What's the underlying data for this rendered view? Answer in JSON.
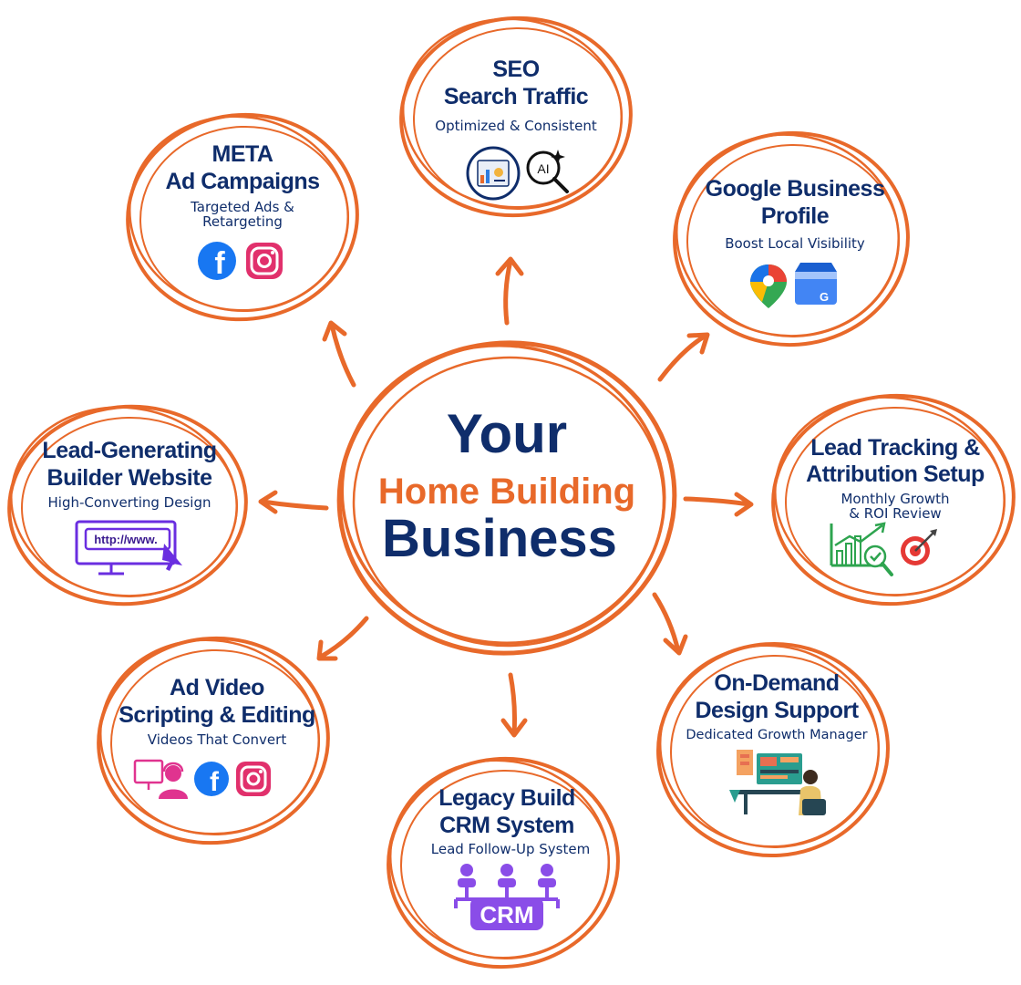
{
  "colors": {
    "accent": "#e8692a",
    "navy": "#0f2d6b",
    "orange_text": "#e8692a"
  },
  "center": {
    "line1": "Your",
    "line2": "Home Building",
    "line3": "Business"
  },
  "nodes": {
    "seo": {
      "title1": "SEO",
      "title2": "Search Traffic",
      "subtitle1": "Optimized & Consistent",
      "icons": [
        "analytics-dashboard-icon",
        "ai-search-icon"
      ]
    },
    "meta": {
      "title1": "META",
      "title2": "Ad Campaigns",
      "subtitle1": "Targeted Ads &",
      "subtitle2": "Retargeting",
      "icons": [
        "facebook-icon",
        "instagram-icon"
      ]
    },
    "google": {
      "title1": "Google Business",
      "title2": "Profile",
      "subtitle1": "Boost Local Visibility",
      "icons": [
        "google-maps-icon",
        "google-business-icon"
      ]
    },
    "website": {
      "title1": "Lead-Generating",
      "title2": "Builder Website",
      "subtitle1": "High-Converting Design",
      "url_text": "http://www.",
      "icons": [
        "website-monitor-icon"
      ]
    },
    "tracking": {
      "title1": "Lead Tracking &",
      "title2": "Attribution Setup",
      "subtitle1": "Monthly Growth",
      "subtitle2": "& ROI Review",
      "icons": [
        "growth-chart-icon",
        "target-icon"
      ]
    },
    "video": {
      "title1": "Ad Video",
      "title2": "Scripting & Editing",
      "subtitle1": "Videos That Convert",
      "icons": [
        "video-support-icon",
        "facebook-icon",
        "instagram-icon"
      ]
    },
    "design": {
      "title1": "On-Demand",
      "title2": "Design Support",
      "subtitle1": "Dedicated Growth Manager",
      "icons": [
        "designer-workstation-icon"
      ]
    },
    "crm": {
      "title1": "Legacy Build",
      "title2": "CRM System",
      "subtitle1": "Lead Follow-Up System",
      "badge_text": "CRM",
      "icons": [
        "crm-network-icon"
      ]
    }
  }
}
